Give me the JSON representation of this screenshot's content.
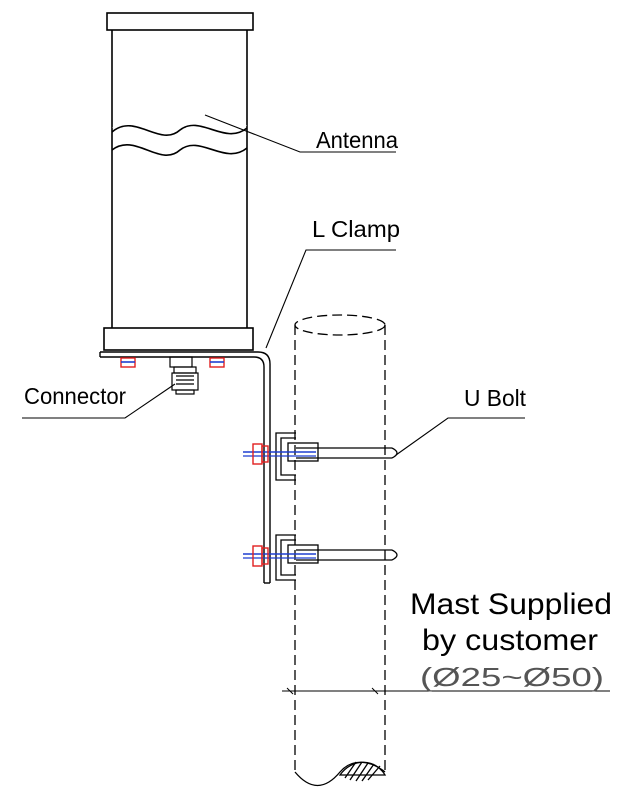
{
  "labels": {
    "antenna": "Antenna",
    "l_clamp": "L  Clamp",
    "connector": "Connector",
    "u_bolt": "U Bolt",
    "mast_line1": "Mast Supplied",
    "mast_line2": "by customer",
    "mast_diameter": "(Ø25~Ø50)"
  },
  "colors": {
    "line": "#000000",
    "bolt_blue": "#1f3fd0",
    "nut_red": "#e02020",
    "dim_gray": "#555555"
  }
}
